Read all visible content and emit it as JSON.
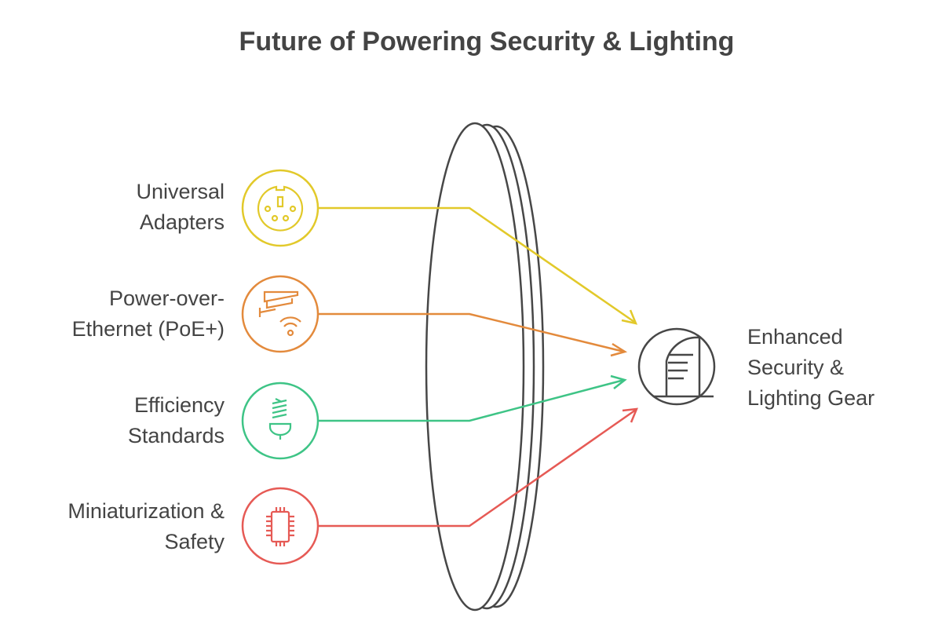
{
  "title": "Future of Powering Security & Lighting",
  "colors": {
    "yellow": "#e2c92a",
    "orange": "#e38a3c",
    "green": "#3ec486",
    "red": "#e65a55",
    "dark": "#474747"
  },
  "inputs": [
    {
      "lines": [
        "Universal",
        "Adapters"
      ],
      "icon": "connector-port-icon",
      "color": "yellow"
    },
    {
      "lines": [
        "Power-over-",
        "Ethernet (PoE+)"
      ],
      "icon": "security-camera-wifi-icon",
      "color": "orange"
    },
    {
      "lines": [
        "Efficiency",
        "Standards"
      ],
      "icon": "led-bulb-icon",
      "color": "green"
    },
    {
      "lines": [
        "Miniaturization &",
        "Safety"
      ],
      "icon": "microchip-icon",
      "color": "red"
    }
  ],
  "output": {
    "lines": [
      "Enhanced",
      "Security &",
      "Lighting Gear"
    ],
    "icon": "building-icon"
  }
}
